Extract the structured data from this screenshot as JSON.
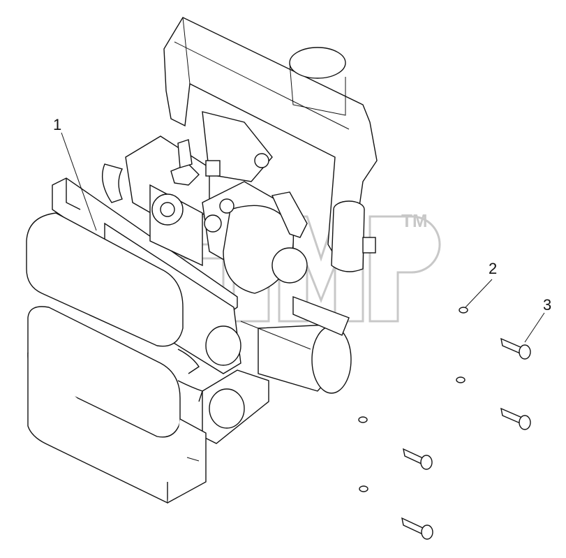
{
  "callouts": [
    {
      "id": "1",
      "label": "1"
    },
    {
      "id": "2",
      "label": "2"
    },
    {
      "id": "3",
      "label": "3"
    }
  ],
  "watermark": {
    "text": "SIMP",
    "trademark": "TM",
    "color": "#c8c8c8"
  },
  "colors": {
    "line": "#111111",
    "background": "#ffffff"
  }
}
